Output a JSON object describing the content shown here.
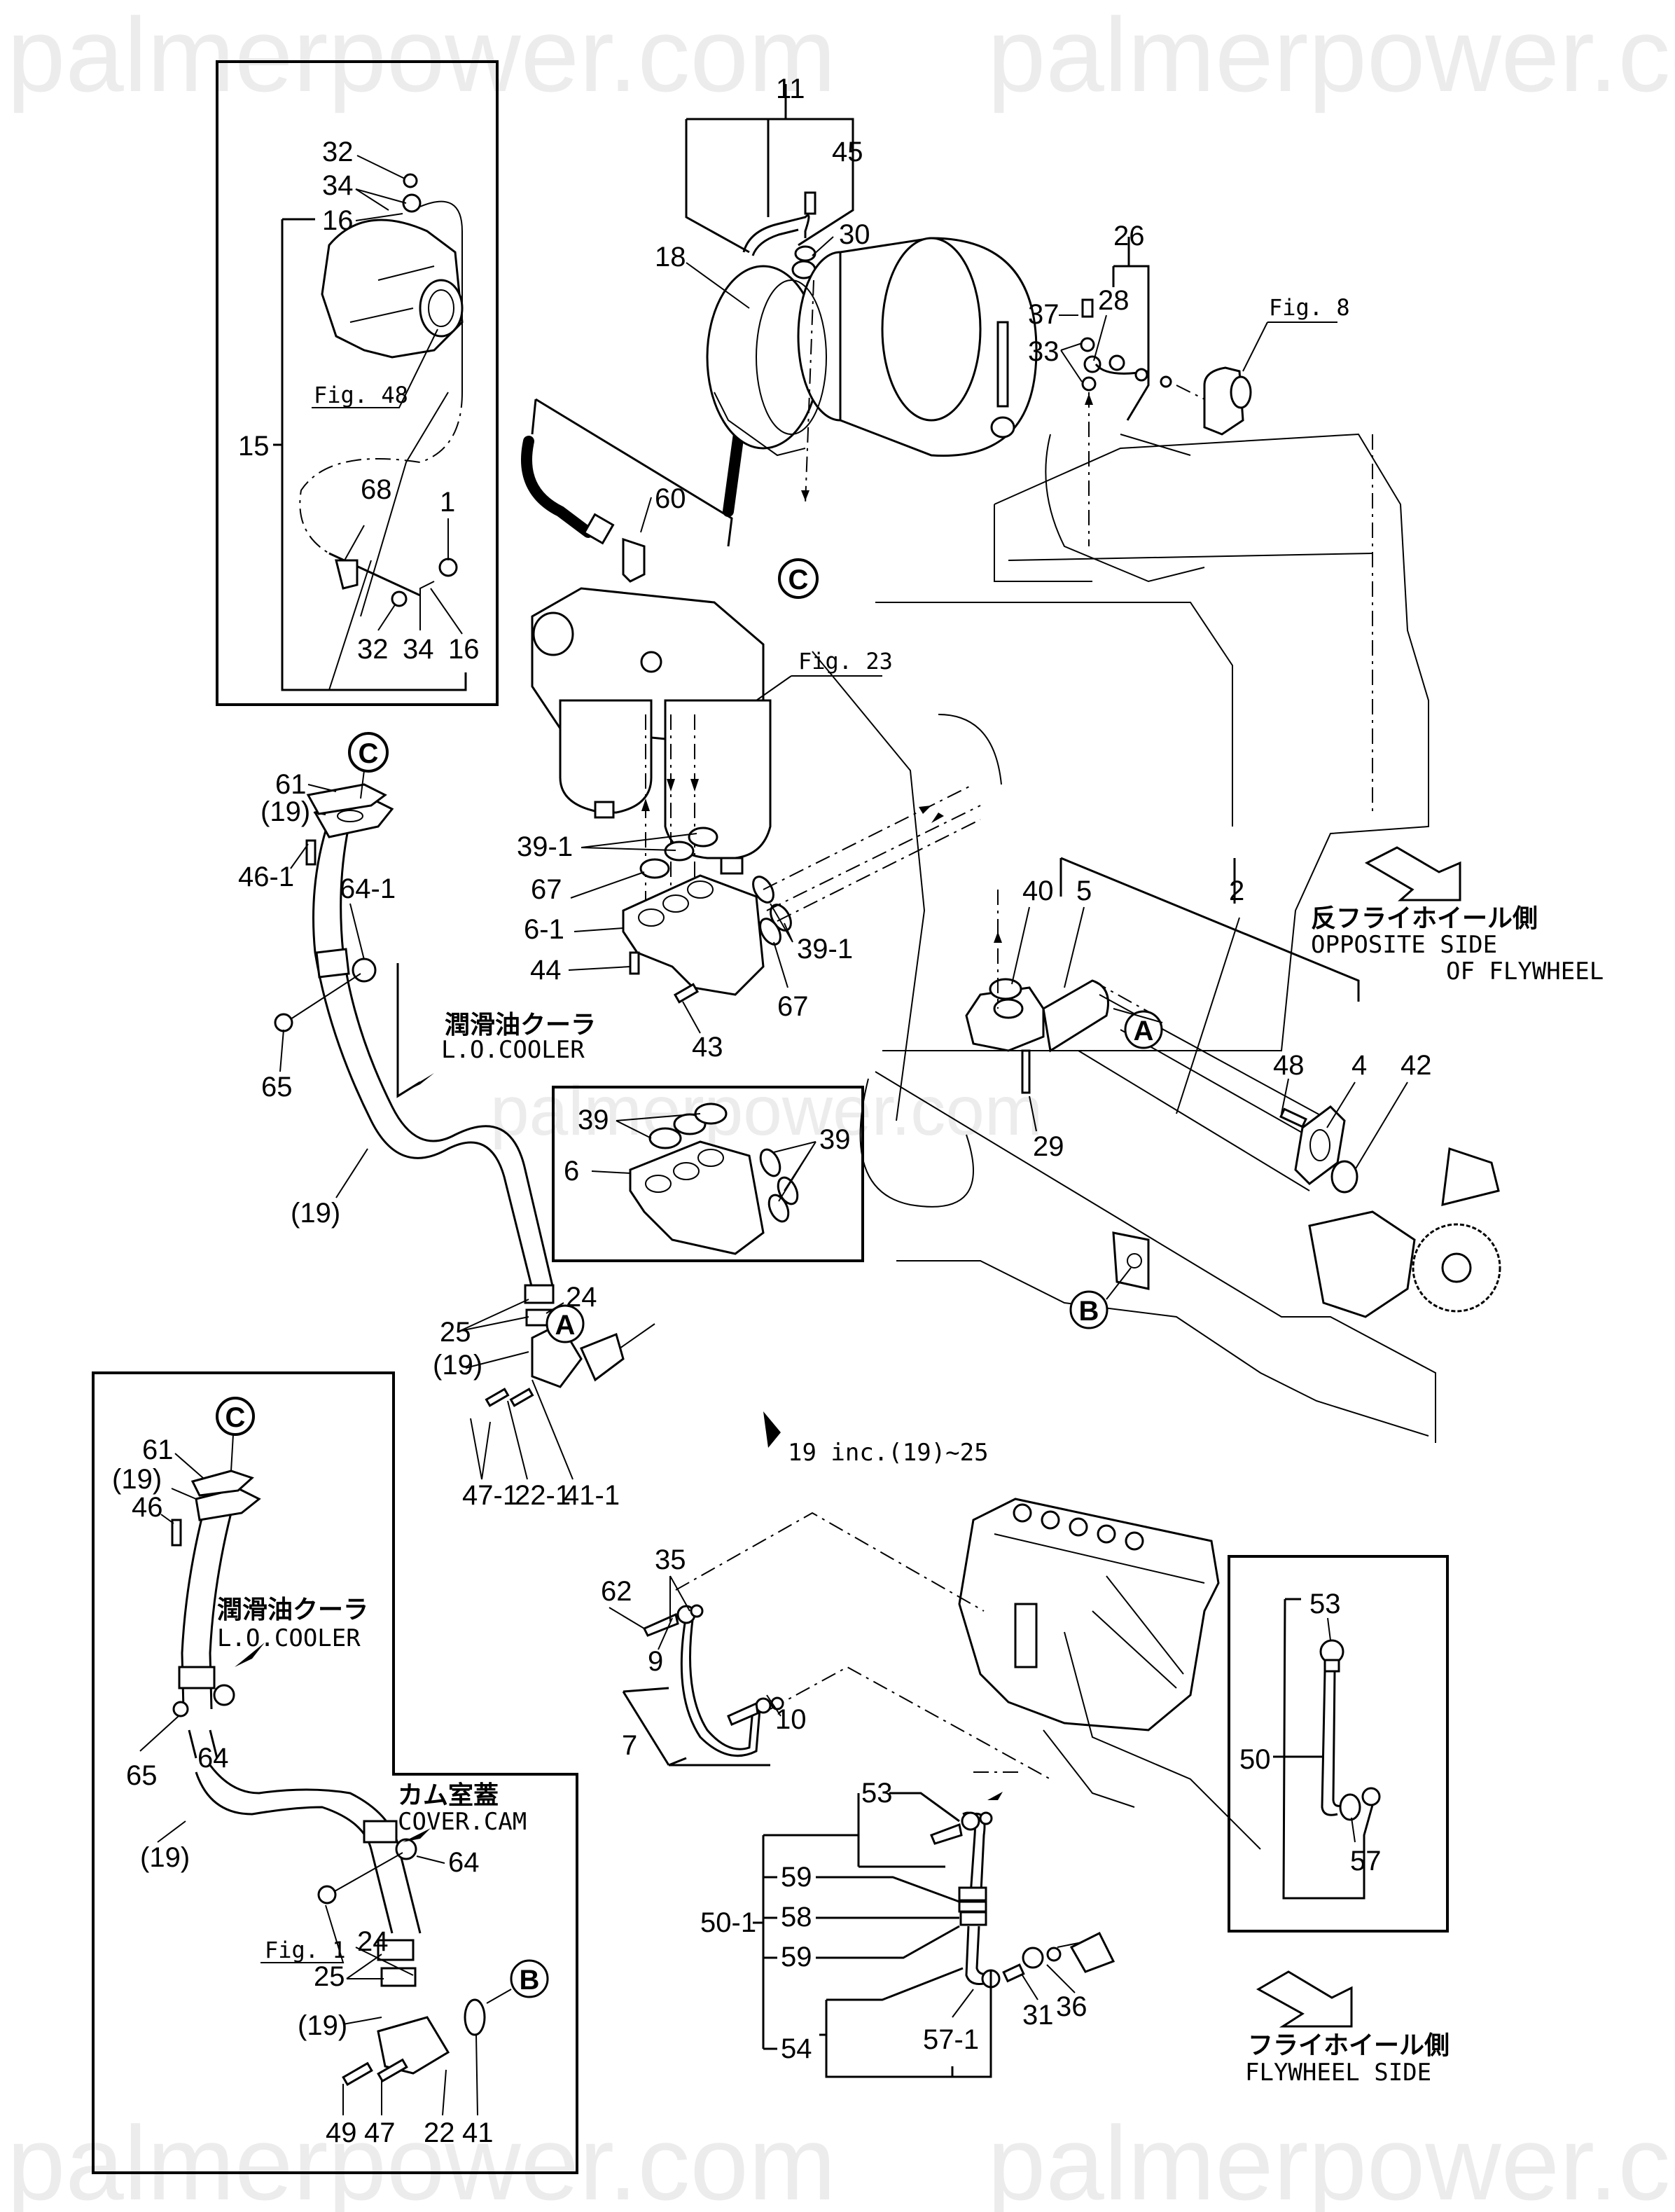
{
  "document": {
    "type": "engine parts diagram",
    "subject": "Lubricating oil piping / L.O. cooler / turbocharger oil lines"
  },
  "watermark": {
    "text": "palmerpower.com",
    "color": "#ececec"
  },
  "figure_references": {
    "fig48": "Fig. 48",
    "fig8": "Fig. 8",
    "fig23": "Fig. 23",
    "fig1": "Fig. 1"
  },
  "connection_markers": {
    "A": "A",
    "B": "B",
    "C": "C"
  },
  "annotations": {
    "opposite_side_jp": "反フライホイール側",
    "opposite_side_en_1": "OPPOSITE SIDE",
    "opposite_side_en_2": "OF FLYWHEEL",
    "flywheel_side_jp": "フライホイール側",
    "flywheel_side_en": "FLYWHEEL SIDE",
    "lo_cooler_jp": "潤滑油クーラ",
    "lo_cooler_en": "L.O.COOLER",
    "cover_cam_jp": "カム室蓋",
    "cover_cam_en": "COVER.CAM",
    "assembly_note": "19 inc.(19)~25"
  },
  "callouts": {
    "inset_top_left": [
      "32",
      "34",
      "16",
      "15",
      "68",
      "1",
      "32",
      "34",
      "16"
    ],
    "turbo": [
      "11",
      "45",
      "18",
      "30",
      "26",
      "37",
      "28",
      "33",
      "60"
    ],
    "filter": [
      "39-1",
      "67",
      "6-1",
      "44",
      "43",
      "39-1",
      "67"
    ],
    "cooler": [
      "40",
      "5",
      "2",
      "48",
      "4",
      "42",
      "29"
    ],
    "inset_middle": [
      "39",
      "6",
      "39"
    ],
    "pipe_main": [
      "61",
      "(19)",
      "46-1",
      "64-1",
      "65",
      "(19)",
      "24",
      "25",
      "(19)",
      "47-1",
      "22-1",
      "41-1"
    ],
    "inset_bottom_left": [
      "61",
      "(19)",
      "46",
      "65",
      "64",
      "(19)",
      "64",
      "24",
      "25",
      "(19)",
      "49",
      "47",
      "22",
      "41"
    ],
    "fuel_pump": [
      "35",
      "62",
      "9",
      "7",
      "10",
      "53",
      "50-1",
      "59",
      "58",
      "59",
      "54",
      "57-1",
      "31",
      "36"
    ],
    "inset_right": [
      "53",
      "50",
      "57"
    ]
  }
}
